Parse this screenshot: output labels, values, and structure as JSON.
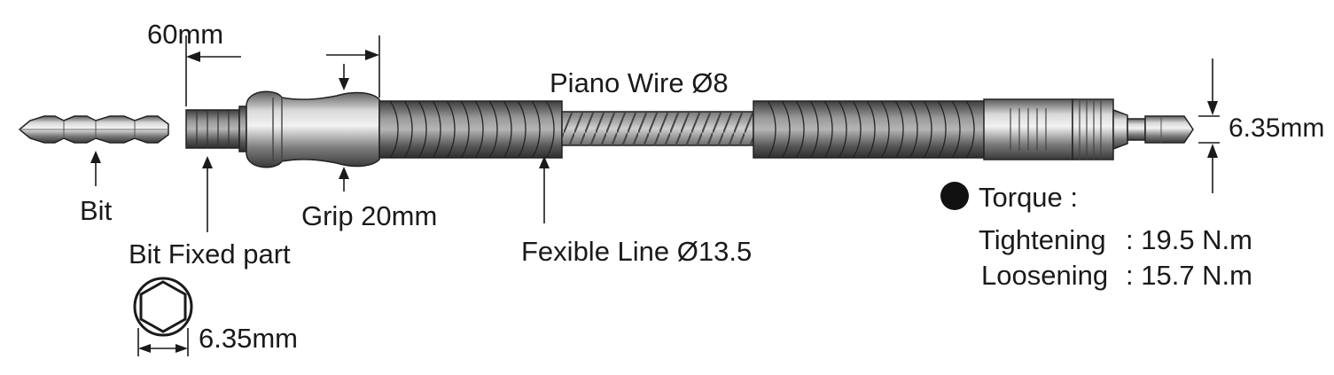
{
  "labels": {
    "bit_fixed_width": "60mm",
    "piano_wire": "Piano Wire Ø8",
    "bit": "Bit",
    "bit_fixed_part": "Bit Fixed part",
    "grip": "Grip 20mm",
    "flexible_line": "Fexible Line Ø13.5",
    "hex_size": "6.35mm",
    "shank_size": "6.35mm"
  },
  "torque": {
    "title": "Torque :",
    "tightening_label": "Tightening",
    "tightening_value": ": 19.5 N.m",
    "loosening_label": "Loosening",
    "loosening_value": ": 15.7 N.m"
  },
  "colors": {
    "metal_dark": "#4a4a4a",
    "metal_mid": "#8c8c8c",
    "metal_light": "#e6e6e6",
    "text": "#1a1a1a"
  }
}
